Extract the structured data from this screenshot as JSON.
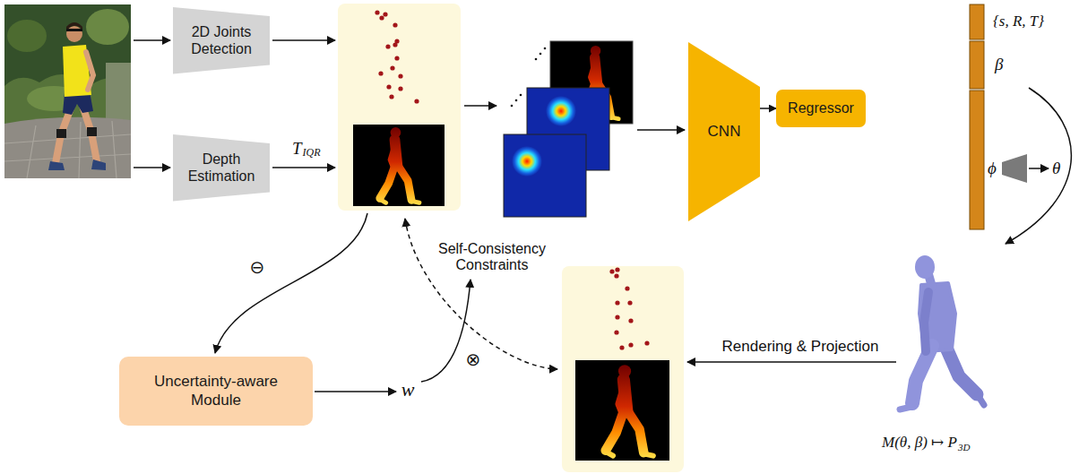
{
  "diagram": {
    "nodes": [
      {
        "text": [
          "2D Joints Detection"
        ]
      },
      {
        "text": [
          "Depth Estimation"
        ]
      },
      {
        "text": [
          "CNN"
        ]
      },
      {
        "text": [
          "Regressor"
        ]
      },
      {
        "text": [
          "Uncertainty-aware Module"
        ]
      }
    ],
    "edges": [
      {
        "from": 2,
        "to": 3,
        "arrow": "to"
      }
    ],
    "labels": [
      "T",
      "IQR",
      "{s, R, T}",
      "β",
      "ϕ",
      "θ",
      "Rendering & Projection",
      "M(θ, β) ↦ P",
      "3D",
      "⊖",
      "Self-Consistency Constraints",
      "⊗",
      "w"
    ]
  }
}
